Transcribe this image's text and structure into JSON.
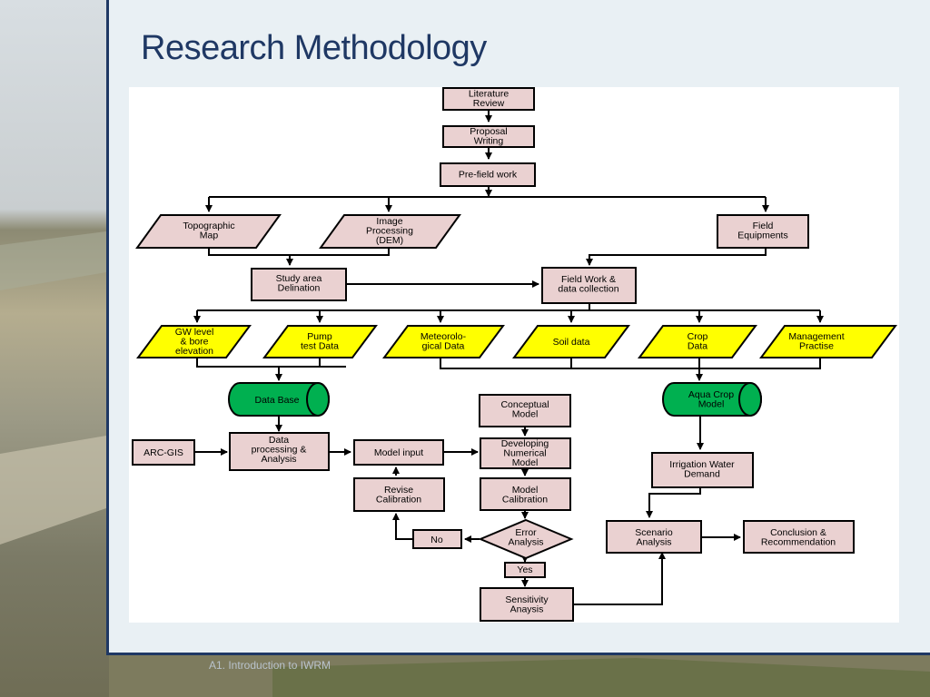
{
  "slide": {
    "title": "Research Methodology",
    "footer": "A1. Introduction to IWRM"
  },
  "colors": {
    "title": "#1f3864",
    "box_fill": "#ead1d1",
    "yellow": "#ffff00",
    "green": "#00b050",
    "panel": "#e9f0f4"
  },
  "nodes": {
    "lit": [
      "Literature",
      "Review"
    ],
    "prop": [
      "Proposal",
      "Writing"
    ],
    "pre": [
      "Pre-field work"
    ],
    "topo": [
      "Topographic",
      "Map"
    ],
    "img": [
      "Image",
      "Processing",
      "(DEM)"
    ],
    "fieldeq": [
      "Field",
      "Equipments"
    ],
    "study": [
      "Study area",
      "Delination"
    ],
    "fieldwork": [
      "Field Work &",
      "data collection"
    ],
    "gw": [
      "GW level",
      "& bore",
      "elevation"
    ],
    "pump": [
      "Pump",
      "test Data"
    ],
    "met": [
      "Meteorolo-",
      "gical Data"
    ],
    "soil": [
      "Soil data"
    ],
    "crop": [
      "Crop",
      "Data"
    ],
    "mgmt": [
      "Management",
      "Practise"
    ],
    "db": [
      "Data Base"
    ],
    "aqua": [
      "Aqua Crop",
      "Model"
    ],
    "arc": [
      "ARC-GIS"
    ],
    "proc": [
      "Data",
      "processing &",
      "Analysis"
    ],
    "minput": [
      "Model input"
    ],
    "concept": [
      "Conceptual",
      "Model"
    ],
    "devnum": [
      "Developing",
      "Numerical",
      "Model"
    ],
    "revise": [
      "Revise",
      "Calibration"
    ],
    "mcal": [
      "Model",
      "Calibration"
    ],
    "error": [
      "Error",
      "Analysis"
    ],
    "no": [
      "No"
    ],
    "yes": [
      "Yes"
    ],
    "sens": [
      "Sensitivity",
      "Anaysis"
    ],
    "irr": [
      "Irrigation Water",
      "Demand"
    ],
    "scen": [
      "Scenario",
      "Analysis"
    ],
    "concl": [
      "Conclusion &",
      "Recommendation"
    ]
  }
}
